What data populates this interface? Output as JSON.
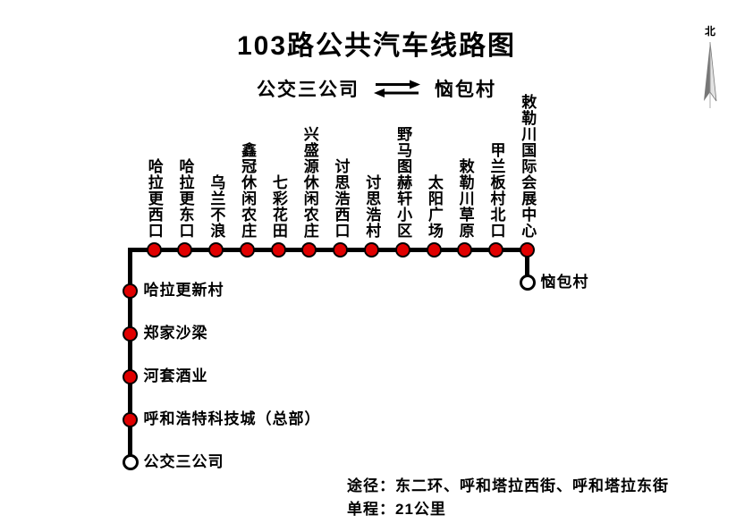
{
  "title": "103路公共汽车线路图",
  "header": {
    "left_terminal": "公交三公司",
    "right_terminal": "恼包村"
  },
  "compass": {
    "north_label": "北"
  },
  "route": {
    "top_stops": [
      "哈拉更西口",
      "哈拉更东口",
      "乌兰不浪",
      "鑫冠休闲农庄",
      "七彩花田",
      "兴盛源休闲农庄",
      "讨思浩西口",
      "讨思浩村",
      "野马图赫轩小区",
      "太阳广场",
      "敕勒川草原",
      "甲兰板村北口",
      "敕勒川国际会展中心"
    ],
    "left_stops": [
      "哈拉更新村",
      "郑家沙梁",
      "河套酒业",
      "呼和浩特科技城（总部）"
    ],
    "terminals": {
      "start": "公交三公司",
      "end": "恼包村"
    }
  },
  "footer": {
    "via": "途径：东二环、呼和塔拉西街、呼和塔拉东街",
    "distance": "单程：21公里"
  },
  "colors": {
    "stop_fill": "#e00000",
    "line": "#000000"
  }
}
